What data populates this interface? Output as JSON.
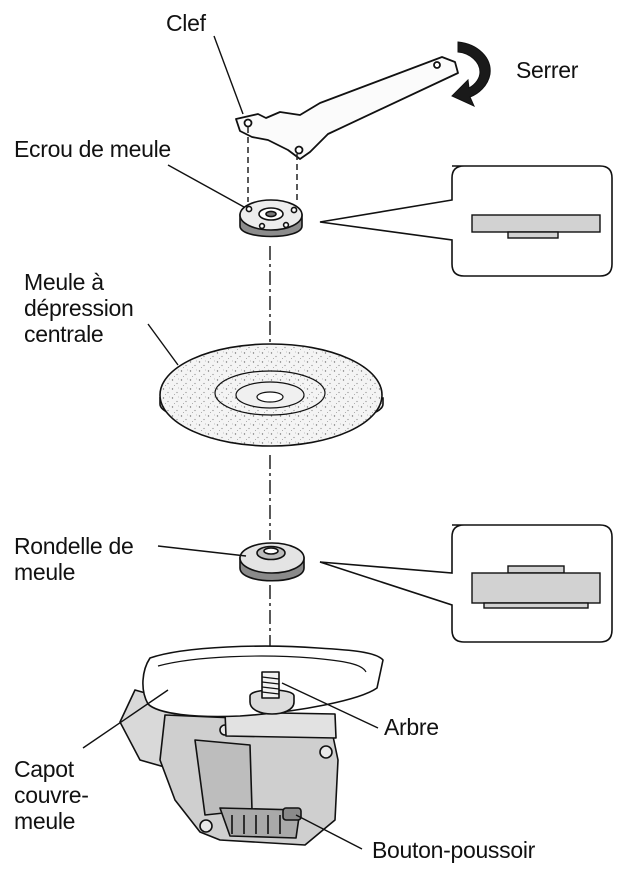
{
  "labels": {
    "clef": "Clef",
    "serrer": "Serrer",
    "ecrou": "Ecrou de meule",
    "meule": [
      "Meule à",
      "dépression",
      "centrale"
    ],
    "rondelle": [
      "Rondelle de",
      "meule"
    ],
    "arbre": "Arbre",
    "capot": [
      "Capot",
      "couvre-",
      "meule"
    ],
    "bouton": "Bouton-poussoir"
  },
  "colors": {
    "line": "#111111",
    "part_fill": "#e9e9e9",
    "part_dark": "#9a9a9a",
    "inset_fill": "#d2d2d2"
  }
}
